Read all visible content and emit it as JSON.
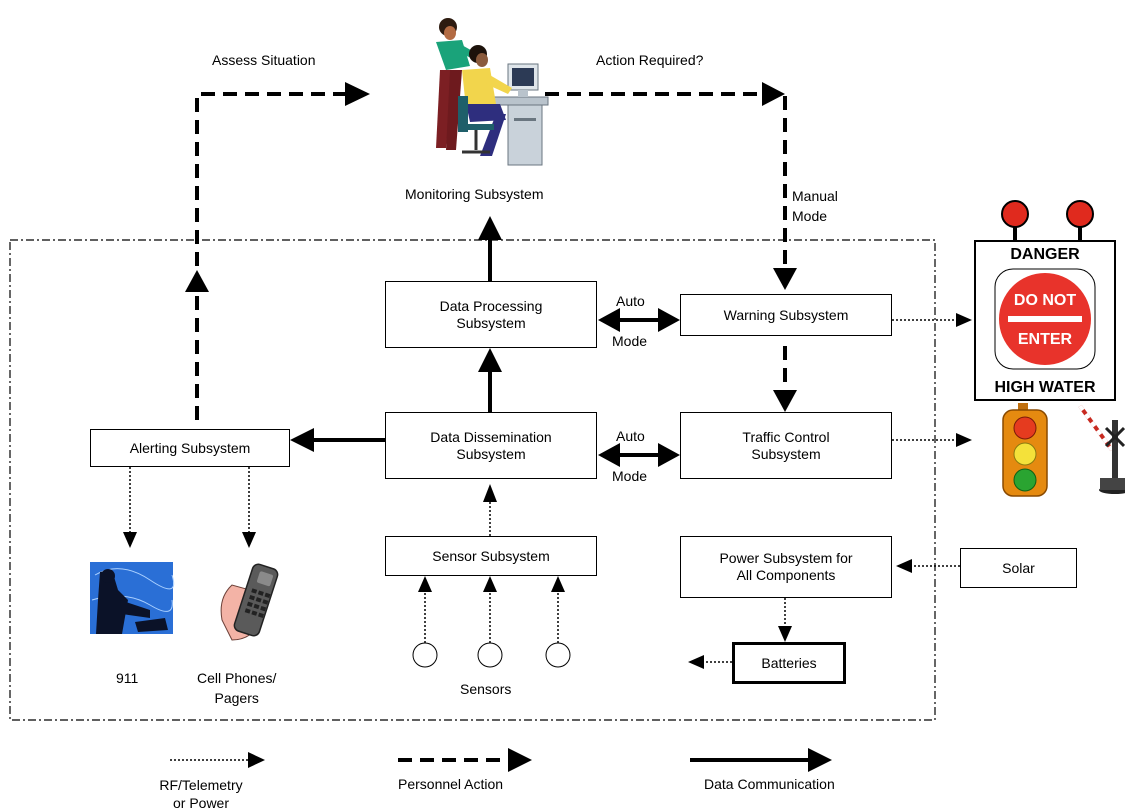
{
  "flow_labels": {
    "assess": "Assess Situation",
    "action": "Action Required?",
    "manual": "Manual\nMode",
    "auto_top": "Auto",
    "mode_top": "Mode",
    "auto_bottom": "Auto",
    "mode_bottom": "Mode"
  },
  "monitoring": {
    "label": "Monitoring Subsystem"
  },
  "boxes": {
    "data_processing": "Data Processing\nSubsystem",
    "warning": "Warning Subsystem",
    "alerting": "Alerting Subsystem",
    "data_dissemination": "Data Dissemination\nSubsystem",
    "traffic_control": "Traffic Control\nSubsystem",
    "sensor": "Sensor Subsystem",
    "power": "Power Subsystem for\nAll Components",
    "solar": "Solar",
    "batteries": "Batteries"
  },
  "outputs": {
    "n911": "911",
    "cell": "Cell Phones/\nPagers",
    "sensors": "Sensors"
  },
  "sign": {
    "danger": "DANGER",
    "do_not": "DO NOT",
    "enter": "ENTER",
    "high_water": "HIGH WATER"
  },
  "legend": {
    "rf": "RF/Telemetry\nor Power",
    "personnel": "Personnel Action",
    "data": "Data Communication"
  },
  "colors": {
    "sign_red": "#e8332b",
    "light_red": "#e53b1f",
    "light_yellow": "#f4e13a",
    "light_green": "#2aa431",
    "light_housing": "#e58a10"
  }
}
